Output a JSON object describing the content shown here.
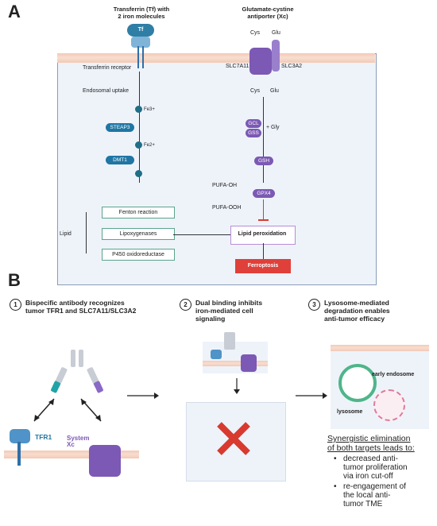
{
  "panel_a": {
    "letter": "A",
    "transferrin_header": "Transferrin (Tf) with\n2 iron molecules",
    "tf_label": "Tf",
    "antiporter_header": "Glutamate-cystine\nantiporter (Xc)",
    "cys_label": "Cys",
    "glu_label": "Glu",
    "slc7a11_label": "SLC7A11",
    "slc3a2_label": "SLC3A2",
    "transferrin_receptor_label": "Transferrin receptor",
    "endosomal_uptake_label": "Endosomal uptake",
    "fe3_label": "Fe3+",
    "steap3_label": "STEAP3",
    "fe2_label": "Fe2+",
    "dmt1_label": "DMT1",
    "gcl_label": "GCL",
    "gss_label": "GSS",
    "gly_label": "+ Gly",
    "gsh_label": "GSH",
    "gpx4_label": "GPX4",
    "pufa_oh_label": "PUFA-OH",
    "pufa_ooh_label": "PUFA-OOH",
    "lipid_label": "Lipid",
    "fenton_label": "Fenton reaction",
    "lipoxygenases_label": "Lipoxygenases",
    "p450_label": "P450 oxidoreductase",
    "lipid_peroxidation_label": "Lipid peroxidation",
    "ferroptosis_label": "Ferroptosis"
  },
  "panel_b": {
    "letter": "B",
    "step1_number": "1",
    "step1_title": "Bispecific antibody recognizes\ntumor TFR1 and SLC7A11/SLC3A2",
    "step2_number": "2",
    "step2_title": "Dual binding inhibits\niron-mediated cell\nsignaling",
    "step3_number": "3",
    "step3_title": "Lysosome-mediated\ndegradation enables\nanti-tumor efficacy",
    "tfr1_label": "TFR1",
    "system_label": "System\nXc",
    "early_endosome_label": "early endosome",
    "lysosome_label": "lysosome",
    "synergy_heading": "Synergistic elimination\nof both targets leads to:",
    "bullets": [
      "decreased anti-\ntumor proliferation\nvia iron cut-off",
      "re-engagement of\nthe local anti-\ntumor TME"
    ]
  },
  "colors": {
    "tf_blue": "#1f76a4",
    "xc_purple": "#7c59b4",
    "ferroptosis_red": "#e0403a",
    "inhibit_red": "#d83a2f",
    "cell_bg": "#eef3fa"
  }
}
